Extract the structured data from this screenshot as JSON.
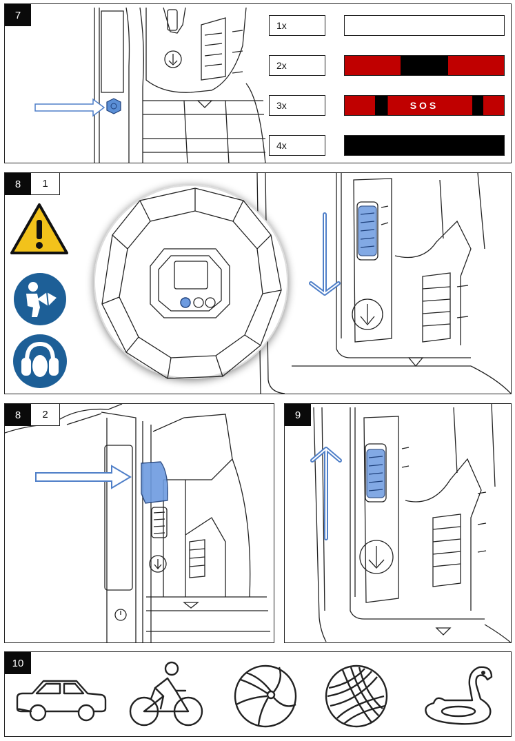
{
  "panel7": {
    "step": "7",
    "modes": [
      {
        "count": "1x",
        "pattern": "steady-white"
      },
      {
        "count": "2x",
        "pattern": "red-flash"
      },
      {
        "count": "3x",
        "pattern": "sos"
      },
      {
        "count": "4x",
        "pattern": "off"
      }
    ],
    "sos_label": "SOS"
  },
  "panel8_1": {
    "step": "8",
    "sub": "1"
  },
  "panel8_2": {
    "step": "8",
    "sub": "2"
  },
  "panel9": {
    "step": "9"
  },
  "panel10": {
    "step": "10",
    "icons": [
      "car-icon",
      "cyclist-icon",
      "beach-ball-icon",
      "volleyball-icon",
      "swan-float-icon"
    ]
  },
  "colors": {
    "red": "#c00000",
    "black": "#000000",
    "highlight_blue": "#5b8fd6",
    "warning_yellow": "#f2c21b",
    "mandatory_blue": "#1d5f97"
  }
}
